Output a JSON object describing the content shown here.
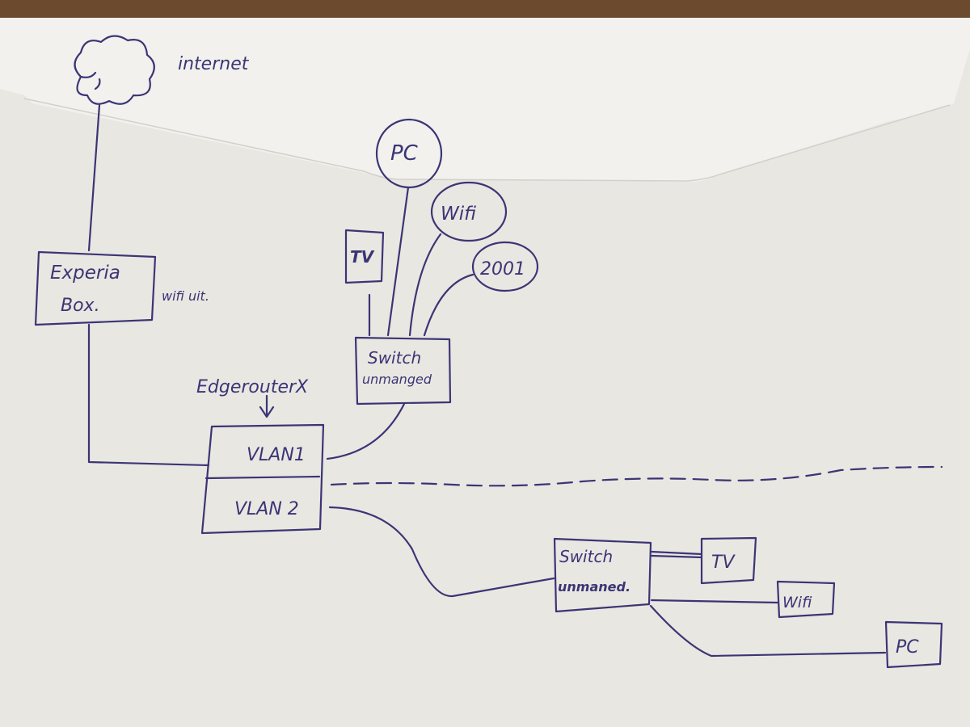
{
  "diagram": {
    "internet": {
      "label": "internet"
    },
    "modem": {
      "line1": "Experia",
      "line2": "Box.",
      "note": "wifi uit."
    },
    "router": {
      "label": "EdgerouterX",
      "vlan1": "VLAN1",
      "vlan2": "VLAN 2"
    },
    "vlan1_side": {
      "switch_line1": "Switch",
      "switch_line2": "unmanged",
      "devices": [
        "TV",
        "PC",
        "Wifi",
        "2001"
      ]
    },
    "vlan2_side": {
      "switch_line1": "Switch",
      "switch_line2": "unmaned.",
      "devices": [
        "TV",
        "Wifi",
        "PC"
      ]
    }
  },
  "colors": {
    "ink": "#3b3576",
    "paper": "#e9e7e1",
    "flap": "#f1f0ec",
    "table": "#6b4a2e"
  }
}
